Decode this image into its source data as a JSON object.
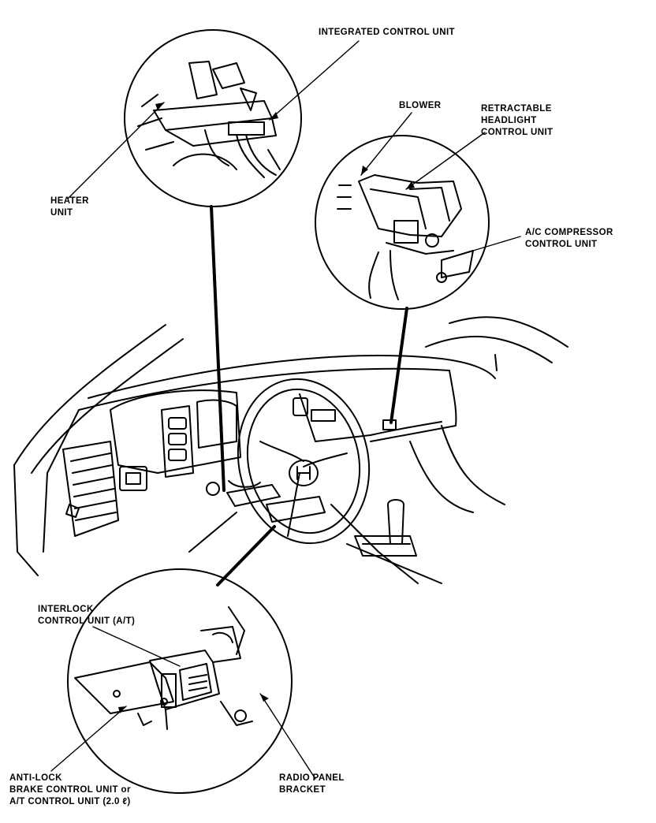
{
  "labels": {
    "integrated_control_unit": [
      "INTEGRATED CONTROL UNIT"
    ],
    "heater_unit": [
      "HEATER",
      "UNIT"
    ],
    "blower": [
      "BLOWER"
    ],
    "retractable_headlight_control_unit": [
      "RETRACTABLE",
      "HEADLIGHT",
      "CONTROL UNIT"
    ],
    "ac_compressor_control_unit": [
      "A/C COMPRESSOR",
      "CONTROL UNIT"
    ],
    "interlock_control_unit": [
      "INTERLOCK",
      "CONTROL UNIT (A/T)"
    ],
    "anti_lock_brake_control_unit": [
      "ANTI-LOCK",
      "BRAKE CONTROL UNIT or",
      "A/T CONTROL UNIT (2.0 ℓ)"
    ],
    "radio_panel_bracket": [
      "RADIO PANEL",
      "BRACKET"
    ]
  },
  "colors": {
    "ink": "#000000",
    "paper": "#ffffff"
  }
}
